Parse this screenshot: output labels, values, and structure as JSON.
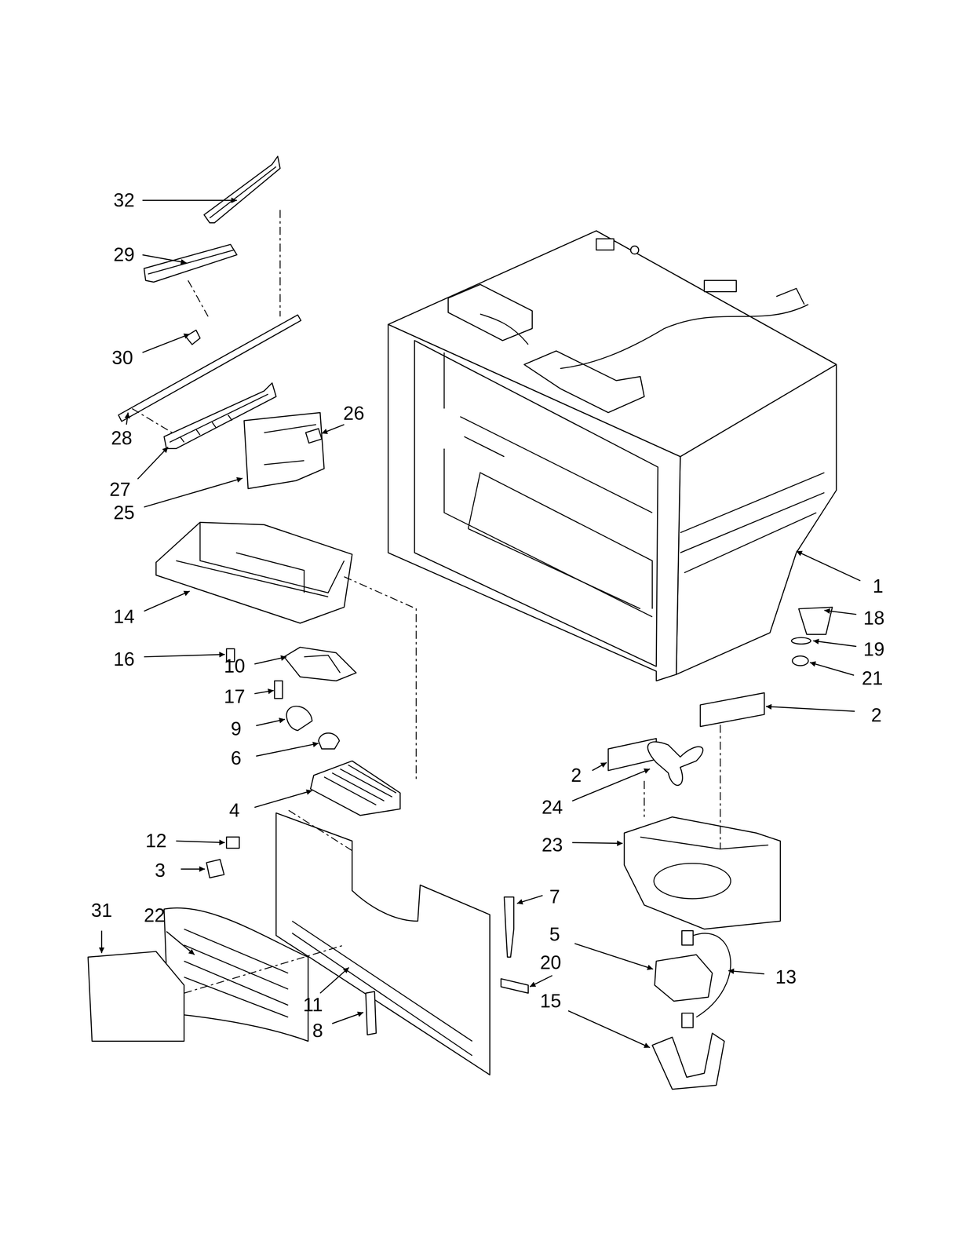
{
  "diagram": {
    "labels": [
      "32",
      "29",
      "30",
      "26",
      "28",
      "27",
      "25",
      "1",
      "14",
      "18",
      "19",
      "16",
      "10",
      "21",
      "17",
      "2",
      "9",
      "6",
      "2",
      "24",
      "4",
      "12",
      "23",
      "3",
      "7",
      "31",
      "22",
      "5",
      "20",
      "13",
      "15",
      "11",
      "8"
    ]
  }
}
